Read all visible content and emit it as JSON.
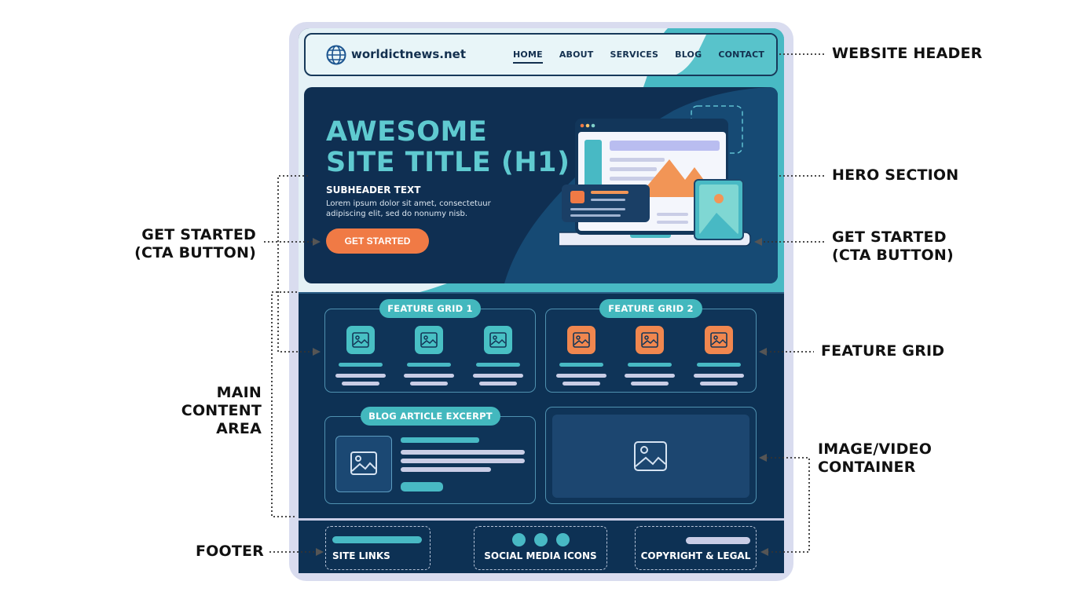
{
  "website": {
    "site_name": "worldictnews.net",
    "nav": [
      "HOME",
      "ABOUT",
      "SERVICES",
      "BLOG",
      "CONTACT"
    ],
    "active_nav": "HOME"
  },
  "hero": {
    "title_line1": "AWESOME",
    "title_line2": "SITE TITLE (H1)",
    "subheader": "SUBHEADER TEXT",
    "body_line1": "Lorem ipsum dolor sit amet, consectetuur",
    "body_line2": "adipiscing elit, sed do nonumy nisb.",
    "cta_label": "GET STARTED"
  },
  "main": {
    "feature_grid_1": "FEATURE GRID 1",
    "feature_grid_2": "FEATURE GRID 2",
    "blog_label": "BLOG ARTICLE EXCERPT"
  },
  "footer": {
    "site_links": "SITE LINKS",
    "social": "SOCIAL MEDIA ICONS",
    "copyright": "COPYRIGHT & LEGAL"
  },
  "annotations": {
    "website_header": "WEBSITE HEADER",
    "hero_section": "HERO SECTION",
    "cta_left_line1": "GET STARTED",
    "cta_left_line2": "(CTA BUTTON)",
    "cta_right_line1": "GET STARTED",
    "cta_right_line2": "(CTA BUTTON)",
    "feature_grid": "FEATURE GRID",
    "main_content_line1": "MAIN",
    "main_content_line2": "CONTENT",
    "main_content_line3": "AREA",
    "image_video_line1": "IMAGE/VIDEO",
    "image_video_line2": "CONTAINER",
    "footer": "FOOTER"
  },
  "colors": {
    "navy": "#0f2f52",
    "teal": "#43b8be",
    "orange": "#f07a45",
    "lavender": "#b9bdf0"
  }
}
